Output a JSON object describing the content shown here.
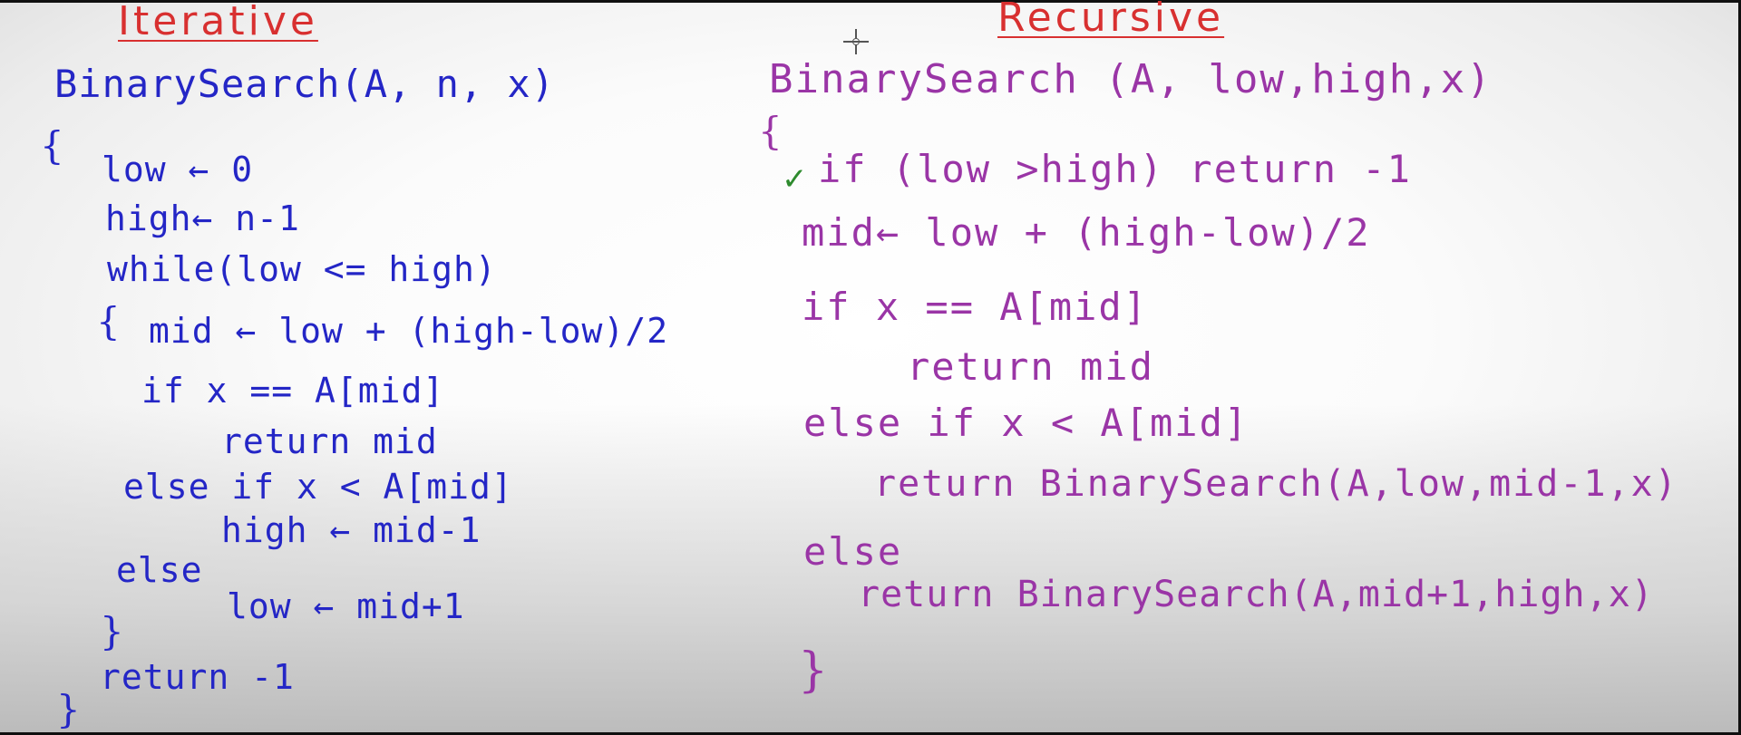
{
  "iterative": {
    "title": "Iterative",
    "lines": [
      "BinarySearch(A, n, x)",
      "{",
      "low ← 0",
      "high← n-1",
      "while(low <= high)",
      "{",
      "mid ← low + (high-low)/2",
      "if x == A[mid]",
      "return mid",
      "else if x < A[mid]",
      "high ← mid-1",
      "else",
      "low ← mid+1",
      "}",
      "return -1",
      "}"
    ]
  },
  "recursive": {
    "title": "Recursive",
    "lines": [
      "BinarySearch (A, low,high,x)",
      "{",
      "if (low >high) return -1",
      "mid← low + (high-low)/2",
      "if x == A[mid]",
      "return mid",
      "else if x < A[mid]",
      "return BinarySearch(A,low,mid-1,x)",
      "else",
      "return BinarySearch(A,mid+1,high,x)",
      "}"
    ]
  },
  "colors": {
    "title": "#d83030",
    "iterative_ink": "#2426c6",
    "recursive_ink": "#9a35a6",
    "check_mark": "#2e8b2e"
  },
  "icons": {
    "check": "check-mark-icon",
    "cursor": "crosshair-cursor-icon"
  }
}
